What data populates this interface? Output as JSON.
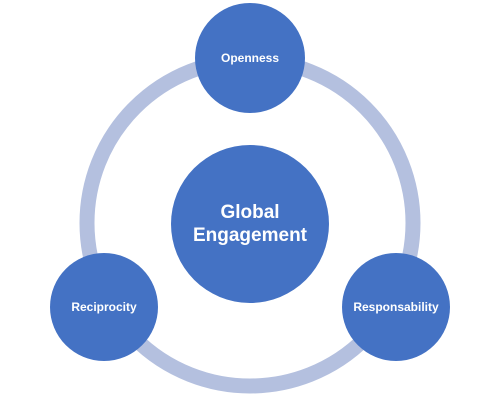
{
  "diagram": {
    "center": {
      "label": "Global\nEngagement"
    },
    "nodes": [
      {
        "label": "Openness"
      },
      {
        "label": "Responsability"
      },
      {
        "label": "Reciprocity"
      }
    ]
  },
  "colors": {
    "node_fill": "#4472c4",
    "ring_stroke": "#b4c0df",
    "text": "#ffffff"
  }
}
